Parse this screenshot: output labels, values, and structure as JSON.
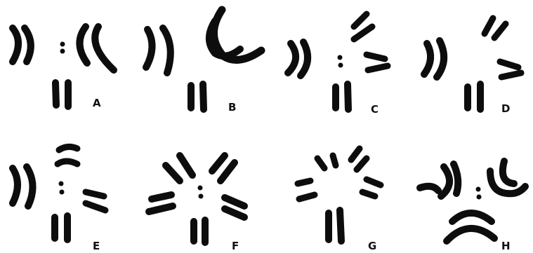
{
  "figure": {
    "panels": [
      {
        "id": "A",
        "label": "A"
      },
      {
        "id": "B",
        "label": "B"
      },
      {
        "id": "C",
        "label": "C"
      },
      {
        "id": "D",
        "label": "D"
      },
      {
        "id": "E",
        "label": "E"
      },
      {
        "id": "F",
        "label": "F"
      },
      {
        "id": "G",
        "label": "G"
      },
      {
        "id": "H",
        "label": "H"
      }
    ],
    "colors": {
      "ink": "#0d0d0d",
      "paper": "#ffffff"
    }
  }
}
